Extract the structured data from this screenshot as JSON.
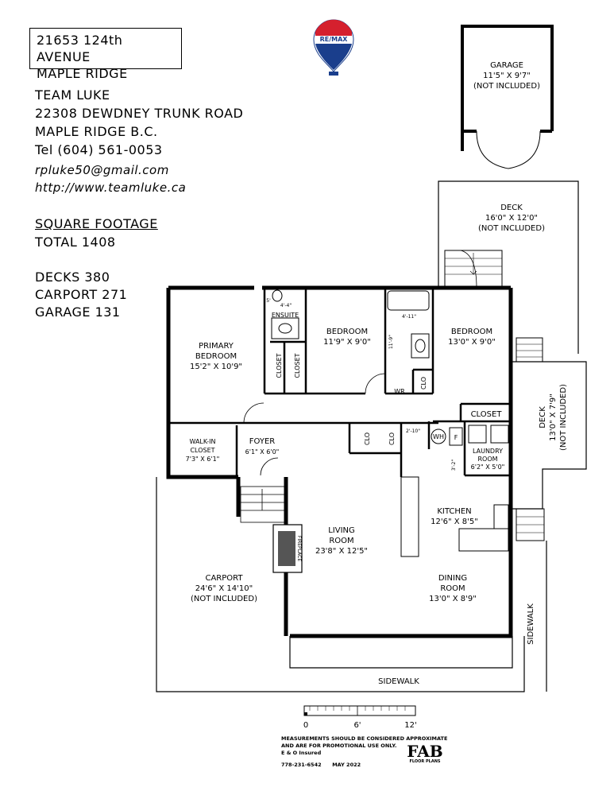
{
  "header": {
    "address_line1": "21653 124th AVENUE",
    "address_line2": "MAPLE RIDGE"
  },
  "agent": {
    "team": "TEAM LUKE",
    "street": "22308 DEWDNEY TRUNK ROAD",
    "city": "MAPLE RIDGE B.C.",
    "phone": "Tel (604) 561-0053",
    "email": "rpluke50@gmail.com",
    "website": "http://www.teamluke.ca"
  },
  "square_footage": {
    "heading": "SQUARE FOOTAGE",
    "total": "TOTAL 1408",
    "decks": "DECKS 380",
    "carport": "CARPORT 271",
    "garage": "GARAGE 131"
  },
  "logo": {
    "text": "RE/MAX"
  },
  "rooms": {
    "garage": {
      "name": "GARAGE",
      "size": "11'5\" X 9'7\"",
      "note": "(NOT INCLUDED)"
    },
    "deck_top": {
      "name": "DECK",
      "size": "16'0\" X 12'0\"",
      "note": "(NOT INCLUDED)"
    },
    "deck_side": {
      "name": "DECK",
      "size": "13'0\" X 7'9\"",
      "note": "(NOT INCLUDED)"
    },
    "primary_bedroom": {
      "name1": "PRIMARY",
      "name2": "BEDROOM",
      "size": "15'2\" X 10'9\""
    },
    "ensuite": {
      "name": "ENSUITE",
      "dim": "4'-4\"",
      "dim2": "5'"
    },
    "bedroom_mid": {
      "name": "BEDROOM",
      "size": "11'9\" X 9'0\""
    },
    "bath": {
      "dim_w": "4'-11\"",
      "dim_h": "11'-9\""
    },
    "bedroom_right": {
      "name": "BEDROOM",
      "size": "13'0\" X 9'0\""
    },
    "closet_v1": "CLOSET",
    "closet_v2": "CLOSET",
    "closet_right": "CLOSET",
    "wr": "WR",
    "clo_bath": "CLO",
    "clo1": "CLO",
    "clo2": "CLO",
    "hall_dim": "2'-10\"",
    "wh": "WH",
    "furnace": "F",
    "laundry": {
      "name1": "LAUNDRY",
      "name2": "ROOM",
      "size": "6'2\" X 5'0\"",
      "dim": "3'-2\""
    },
    "walkin": {
      "name1": "WALK-IN",
      "name2": "CLOSET",
      "size": "7'3\" X 6'1\""
    },
    "foyer": {
      "name": "FOYER",
      "size": "6'1\" X 6'0\""
    },
    "living": {
      "name1": "LIVING",
      "name2": "ROOM",
      "size": "23'8\" X 12'5\""
    },
    "fireplace": "FIREPLACE",
    "kitchen": {
      "name": "KITCHEN",
      "size": "12'6\" X 8'5\""
    },
    "dining": {
      "name1": "DINING",
      "name2": "ROOM",
      "size": "13'0\" X 8'9\""
    },
    "carport": {
      "name": "CARPORT",
      "size": "24'6\" X 14'10\"",
      "note": "(NOT INCLUDED)"
    },
    "sidewalk_bottom": "SIDEWALK",
    "sidewalk_side": "SIDEWALK"
  },
  "scale": {
    "t0": "0",
    "t1": "6'",
    "t2": "12'"
  },
  "footer": {
    "note1": "MEASUREMENTS SHOULD BE CONSIDERED APPROXIMATE",
    "note2": "AND ARE FOR PROMOTIONAL USE ONLY.",
    "note3": "E & O Insured",
    "phone": "778-231-6542",
    "date": "MAY 2022",
    "brand": "FAB",
    "brand_sub": "FLOOR PLANS"
  }
}
